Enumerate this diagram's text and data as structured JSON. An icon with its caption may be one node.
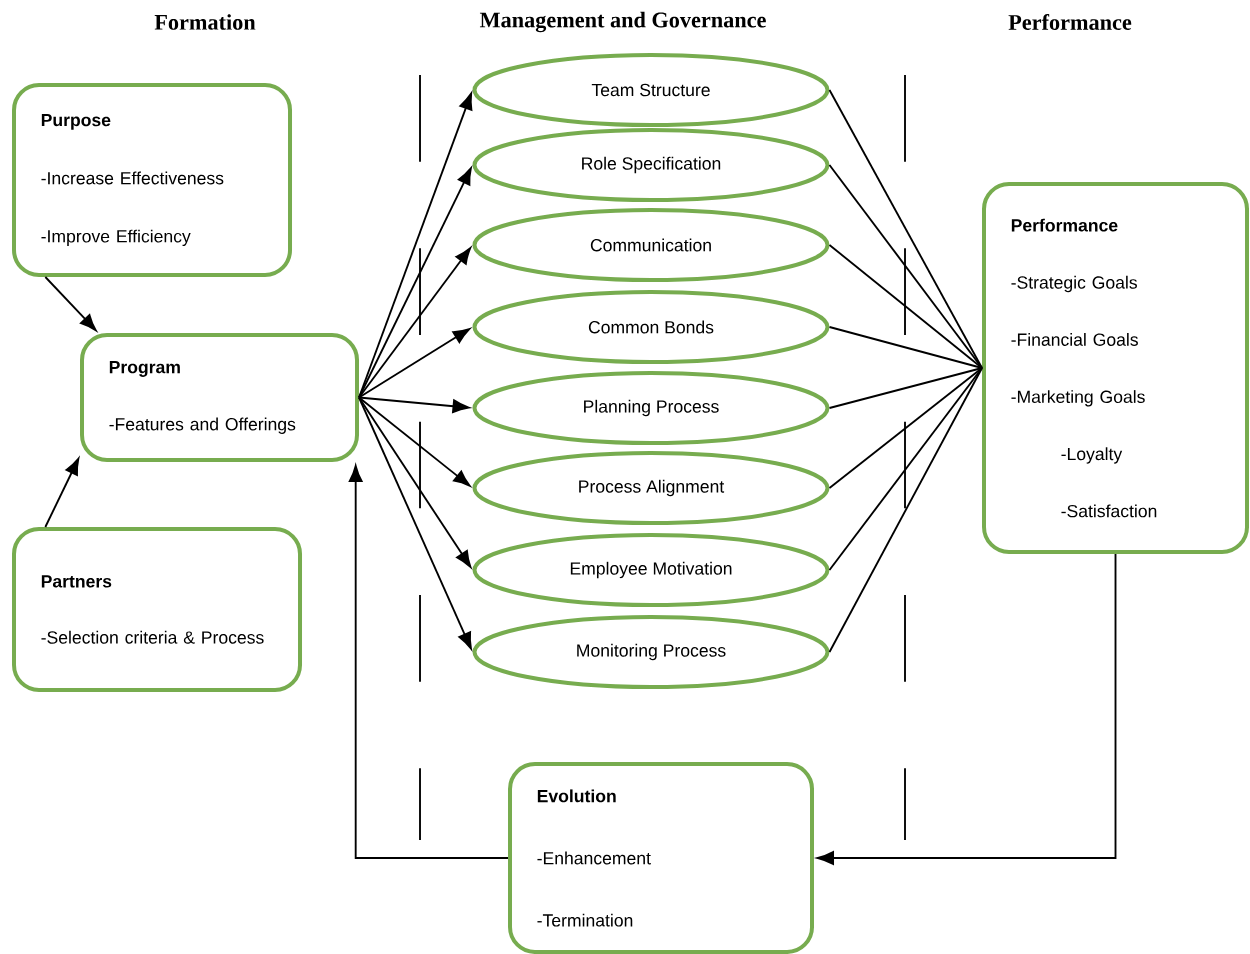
{
  "diagram": {
    "nodes": [
      {
        "text": [
          "Purpose",
          "-Increase Effectiveness",
          "-Improve Efficiency"
        ]
      },
      {
        "text": [
          "Program",
          "-Features and Offerings"
        ]
      },
      {
        "text": [
          "Partners",
          "-Selection criteria & Process"
        ]
      },
      {
        "text": [
          "Team Structure"
        ]
      },
      {
        "text": [
          "Role Specification"
        ]
      },
      {
        "text": [
          "Communication"
        ]
      },
      {
        "text": [
          "Common Bonds"
        ]
      },
      {
        "text": [
          "Planning Process"
        ]
      },
      {
        "text": [
          "Process Alignment"
        ]
      },
      {
        "text": [
          "Employee Motivation"
        ]
      },
      {
        "text": [
          "Monitoring Process"
        ]
      },
      {
        "text": [
          "Performance",
          "-Strategic Goals",
          "-Financial Goals",
          "-Marketing Goals",
          "-Loyalty",
          "-Satisfaction"
        ]
      },
      {
        "text": [
          "Evolution",
          "-Enhancement",
          "-Termination"
        ]
      }
    ],
    "edges": [
      {
        "from": 0,
        "to": 1,
        "arrow": "to"
      },
      {
        "from": 2,
        "to": 1,
        "arrow": "to"
      },
      {
        "from": 1,
        "to": 3,
        "arrow": "to"
      },
      {
        "from": 1,
        "to": 4,
        "arrow": "to"
      },
      {
        "from": 1,
        "to": 5,
        "arrow": "to"
      },
      {
        "from": 1,
        "to": 6,
        "arrow": "to"
      },
      {
        "from": 1,
        "to": 7,
        "arrow": "to"
      },
      {
        "from": 1,
        "to": 8,
        "arrow": "to"
      },
      {
        "from": 1,
        "to": 9,
        "arrow": "to"
      },
      {
        "from": 1,
        "to": 10,
        "arrow": "to"
      },
      {
        "from": 3,
        "to": 11,
        "arrow": "none"
      },
      {
        "from": 4,
        "to": 11,
        "arrow": "none"
      },
      {
        "from": 5,
        "to": 11,
        "arrow": "none"
      },
      {
        "from": 6,
        "to": 11,
        "arrow": "none"
      },
      {
        "from": 7,
        "to": 11,
        "arrow": "none"
      },
      {
        "from": 8,
        "to": 11,
        "arrow": "none"
      },
      {
        "from": 9,
        "to": 11,
        "arrow": "none"
      },
      {
        "from": 10,
        "to": 11,
        "arrow": "none"
      },
      {
        "from": 11,
        "to": 12,
        "arrow": "to"
      },
      {
        "from": 12,
        "to": 1,
        "arrow": "to"
      }
    ],
    "labels": [
      "Formation",
      "Management and Governance",
      "Performance"
    ]
  }
}
